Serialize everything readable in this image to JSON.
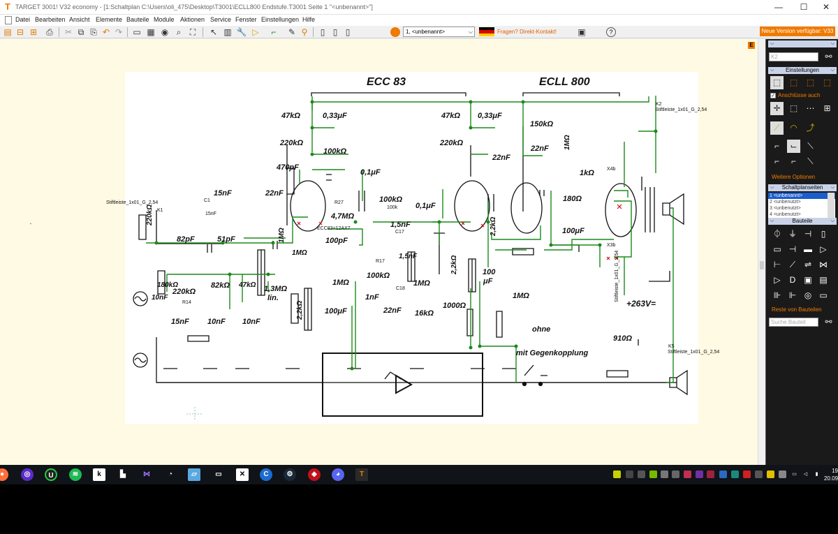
{
  "window": {
    "title": "TARGET 3001! V32 economy - [1:Schaltplan C:\\Users\\oli_475\\Desktop\\T3001\\ECLL800 Endstufe.T3001 Seite 1 \"<unbenannt>\"]",
    "app_icon": "T"
  },
  "menu": {
    "items": [
      "Datei",
      "Bearbeiten",
      "Ansicht",
      "Elemente",
      "Bauteile",
      "Module",
      "Aktionen",
      "Service",
      "Fenster",
      "Einstellungen",
      "Hilfe"
    ]
  },
  "toolbar": {
    "sheet_value": "1, <unbenannt>",
    "contact_link": "Fragen? Direkt-Kontakt!",
    "new_version": "Neue Version verfügbar: V33",
    "help_badge": "?"
  },
  "canvas": {
    "e_marker": "E"
  },
  "schematic": {
    "tube_titles": {
      "left": "ECC 83",
      "right": "ECLL 800"
    },
    "hand_labels": [
      "47kΩ",
      "0,33μF",
      "47kΩ",
      "0,33μF",
      "150kΩ",
      "220kΩ",
      "100kΩ",
      "220kΩ",
      "22nF",
      "22nF",
      "470pF",
      "0,1μF",
      "1kΩ",
      "15nF",
      "22nF",
      "100kΩ",
      "0,1μF",
      "180Ω",
      "220kΩ",
      "82pF",
      "51pF",
      "4,7MΩ",
      "1,5nF",
      "100μF",
      "100pF",
      "1MΩ",
      "180kΩ",
      "100kΩ",
      "1MΩ",
      "1MΩ",
      "220kΩ",
      "82kΩ",
      "1,3MΩ",
      "lin.",
      "47kΩ",
      "1,5nF",
      "100",
      "μF",
      "10nF",
      "1MΩ",
      "1nF",
      "2,2kΩ",
      "22nF",
      "16kΩ",
      "1000Ω",
      "15nF",
      "10nF",
      "10nF",
      "2,2kΩ",
      "100μF",
      "+263V=",
      "ohne",
      "910Ω",
      "mit Gegenkopplung",
      "1MΩ",
      "2,2kΩ",
      "1MΩ"
    ],
    "cad_labels": {
      "k1": "Stiftleiste_1x01_G_2,54",
      "k2": "Stiftleiste_1x01_G_2,54",
      "k5": "Stiftleiste_1x01_G_2,54",
      "k3": "Stiftleiste_1x01_G_2,54",
      "c1": "C1",
      "c1v": "15nF",
      "r27": "R27",
      "ecc": "ECC83=12AX7",
      "x4b": "X4b",
      "x3b": "X3b",
      "r17": "R17",
      "r17v": "100k",
      "r14": "R14",
      "c17": "C17",
      "c18": "C18",
      "k1p": "K1",
      "k2p": "K2",
      "k5p": "K5"
    }
  },
  "right_panel": {
    "search_placeholder": "K2",
    "einstellungen_header": "Einstellungen",
    "anschluesse_label": "Anschlüsse auch",
    "weitere_optionen": "Weitere Optionen",
    "schaltplanseiten_header": "Schaltplanseiten",
    "sheets": [
      "1 <unbenannt>",
      "2 <unbenutzt>",
      "3 <unbenutzt>",
      "4 <unbenutzt>"
    ],
    "bauteile_header": "Bauteile",
    "reste_link": "Reste von Bauteilen",
    "suche_placeholder": "Suche Bauteil"
  },
  "taskbar": {
    "clock_time": "19",
    "clock_date": "20.09"
  },
  "colors": {
    "accent": "#f07a00",
    "canvas_bg": "#fffae3",
    "wire_green": "#1a8a1a",
    "panel_bg": "#1a1a1a",
    "selection_blue": "#1b5dcc"
  }
}
